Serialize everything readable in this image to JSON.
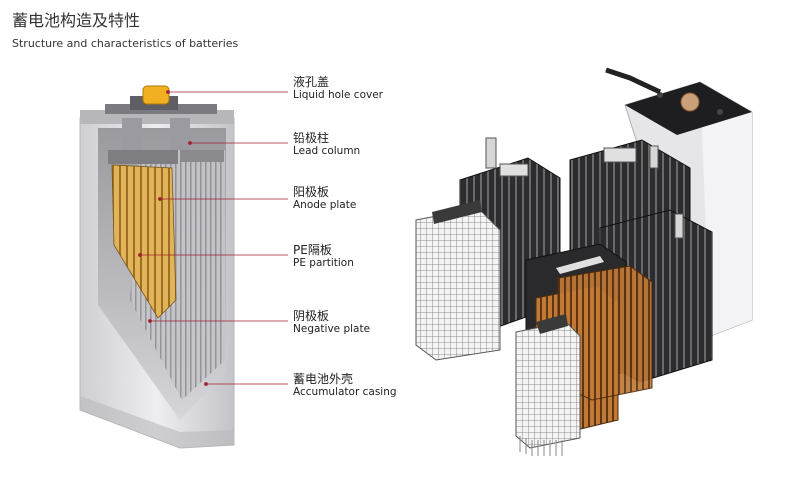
{
  "header": {
    "title_zh": "蓄电池构造及特性",
    "title_en": "Structure and characteristics of batteries"
  },
  "labels": [
    {
      "zh": "液孔盖",
      "en": "Liquid hole cover"
    },
    {
      "zh": "铅极柱",
      "en": "Lead column"
    },
    {
      "zh": "阳极板",
      "en": "Anode plate"
    },
    {
      "zh": "PE隔板",
      "en": "PE partition"
    },
    {
      "zh": "阴极板",
      "en": "Negative plate"
    },
    {
      "zh": "蓄电池外壳",
      "en": "Accumulator casing"
    }
  ],
  "colors": {
    "leader_line": "#a02030",
    "casing": "#d8d8da",
    "plate_yellow": "#d8a84a",
    "plate_dark": "#3a3a3a",
    "grid_light": "#e8e8e8",
    "copper": "#a0652a",
    "cap": "#f0b020"
  }
}
